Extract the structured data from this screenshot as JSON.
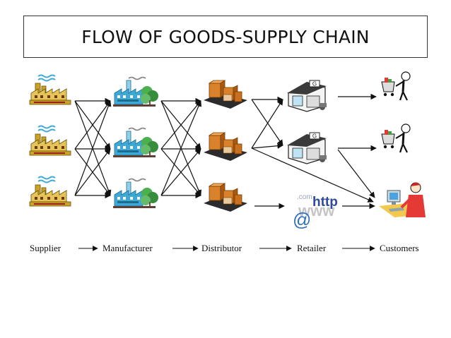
{
  "title": "FLOW OF GOODS-SUPPLY CHAIN",
  "stages": [
    "Supplier",
    "Manufacturer",
    "Distributor",
    "Retailer",
    "Customers"
  ],
  "web_icon": {
    "text": "http",
    "small": ".com",
    "www": "www",
    "at": "@"
  },
  "colors": {
    "arrow": "#111111",
    "factory": "#c9a227",
    "plant": "#3fa9d6",
    "tree": "#4caf50",
    "box": "#d9822b",
    "roof": "#333333"
  },
  "icons": [
    "factory-icon",
    "manufacturing-plant-icon",
    "warehouse-boxes-icon",
    "retail-store-icon",
    "web-store-icon",
    "shopper-with-cart-icon",
    "computer-user-icon"
  ]
}
